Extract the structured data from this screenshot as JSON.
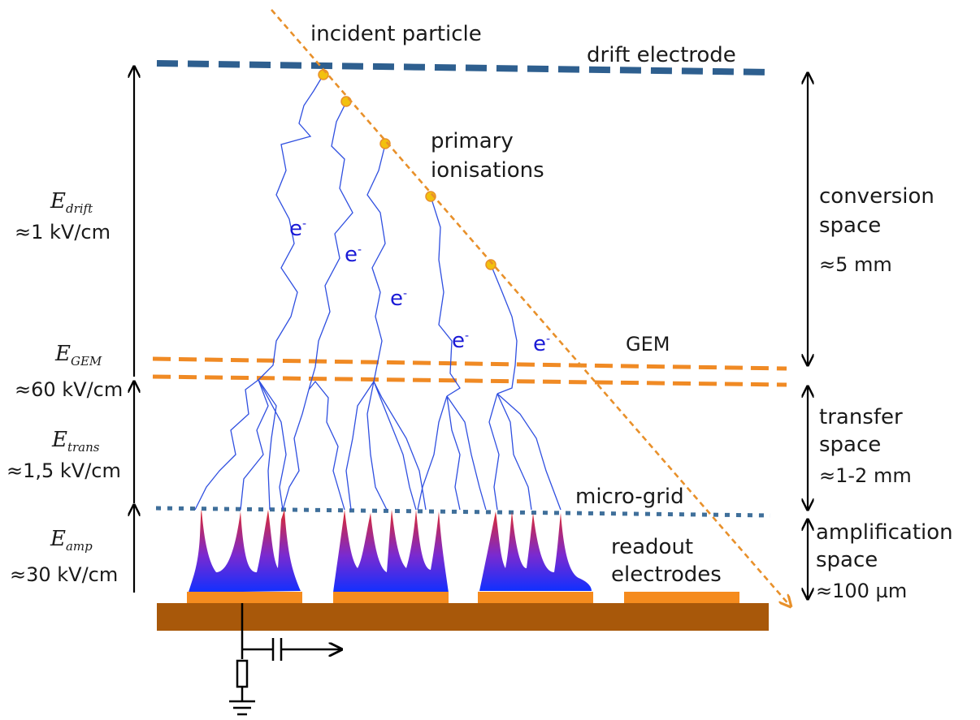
{
  "labels": {
    "incident_particle": "incident particle",
    "drift_electrode": "drift electrode",
    "primary_ionisations_1": "primary",
    "primary_ionisations_2": "ionisations",
    "conversion_space_1": "conversion",
    "conversion_space_2": "space",
    "conversion_space_size": "≈5 mm",
    "gem": "GEM",
    "transfer_space_1": "transfer",
    "transfer_space_2": "space",
    "transfer_space_size": "≈1-2 mm",
    "micro_grid": "micro-grid",
    "amplification_space_1": "amplification",
    "amplification_space_2": "space",
    "amplification_space_size": "≈100 µm",
    "readout_electrodes_1": "readout",
    "readout_electrodes_2": "electrodes"
  },
  "fields": {
    "drift": {
      "symbol": "E",
      "sub": "drift",
      "value": "≈1 kV/cm"
    },
    "gem": {
      "symbol": "E",
      "sub": "GEM",
      "value": "≈60 kV/cm"
    },
    "trans": {
      "symbol": "E",
      "sub": "trans",
      "value": "≈1,5 kV/cm"
    },
    "amp": {
      "symbol": "E",
      "sub": "amp",
      "value": "≈30 kV/cm"
    }
  },
  "electron_label": "e",
  "electron_charge": "-",
  "colors": {
    "drift_electrode": "#2e5f8f",
    "particle_track": "#e8902a",
    "gem": "#f08a24",
    "micro_grid": "#3f6f9a",
    "electron_path": "#2f4fe0",
    "avalanche_top": "#e02a2a",
    "avalanche_bottom": "#1030ff",
    "readout_pad": "#f58b1e",
    "substrate": "#a8580a"
  }
}
